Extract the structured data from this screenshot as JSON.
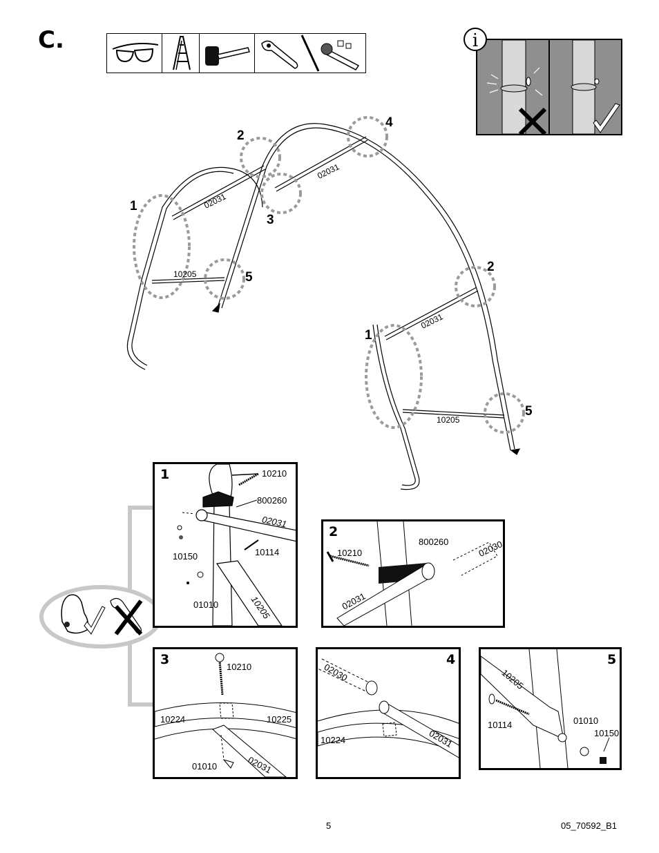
{
  "step": "C.",
  "tool_icons": [
    "safety-glasses-icon",
    "step-ladder-icon",
    "rubber-mallet-icon",
    "adjustable-wrench-icon",
    "socket-wrench-icon"
  ],
  "overview": {
    "callouts": {
      "c1_left": "1",
      "c2_left": "2",
      "c3": "3",
      "c4": "4",
      "c5_left": "5",
      "c1_right": "1",
      "c2_right": "2",
      "c5_right": "5"
    },
    "parts": {
      "p02031_a": "02031",
      "p02031_b": "02031",
      "p02031_c": "02031",
      "p10205_a": "10205",
      "p10205_b": "10205"
    }
  },
  "hand_tight_note": {
    "icons": [
      "hand-tighten-icon",
      "no-wrench-icon"
    ]
  },
  "panels": {
    "p1": {
      "num": "1",
      "labels": {
        "a": "10210",
        "b": "800260",
        "c": "02031",
        "d": "10150",
        "e": "10114",
        "f": "01010",
        "g": "10205"
      }
    },
    "p2": {
      "num": "2",
      "labels": {
        "a": "800260",
        "b": "10210",
        "c": "02030",
        "d": "02031"
      }
    },
    "p3": {
      "num": "3",
      "labels": {
        "a": "10210",
        "b": "10224",
        "c": "10225",
        "d": "01010",
        "e": "02031"
      }
    },
    "p4": {
      "num": "4",
      "labels": {
        "a": "02030",
        "b": "10224",
        "c": "02031"
      }
    },
    "p5": {
      "num": "5",
      "labels": {
        "a": "10205",
        "b": "10114",
        "c": "01010",
        "d": "10150"
      }
    }
  },
  "footer": {
    "page": "5",
    "doc_code": "05_70592_B1"
  }
}
